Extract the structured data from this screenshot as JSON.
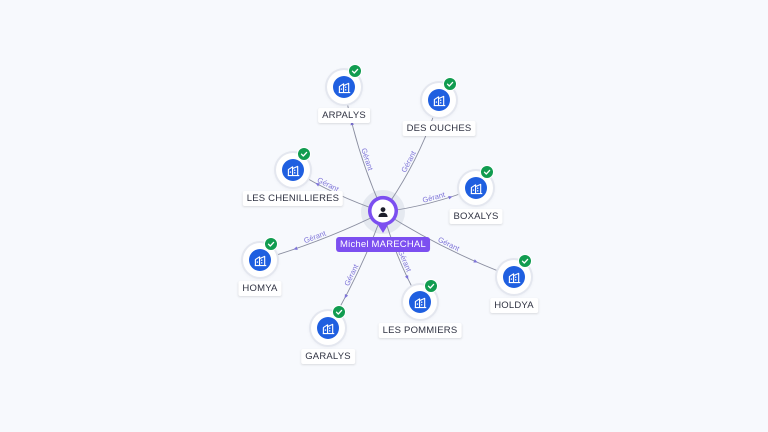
{
  "person": {
    "name": "Michel MARECHAL",
    "icon": "person-icon",
    "color": "#7c4ff0"
  },
  "relation_label": "Gérant",
  "companies": [
    {
      "name": "ARPALYS",
      "verified": true,
      "icon": "building-icon"
    },
    {
      "name": "DES OUCHES",
      "verified": true,
      "icon": "building-icon"
    },
    {
      "name": "LES CHENILLIERES",
      "verified": true,
      "icon": "building-icon"
    },
    {
      "name": "BOXALYS",
      "verified": true,
      "icon": "building-icon"
    },
    {
      "name": "HOMYA",
      "verified": true,
      "icon": "building-icon"
    },
    {
      "name": "HOLDYA",
      "verified": true,
      "icon": "building-icon"
    },
    {
      "name": "GARALYS",
      "verified": true,
      "icon": "building-icon"
    },
    {
      "name": "LES POMMIERS",
      "verified": true,
      "icon": "building-icon"
    }
  ],
  "colors": {
    "company": "#1f5fe0",
    "verified": "#119c50",
    "edge": "#8a8ea0",
    "edge_label": "#7d73d8"
  }
}
